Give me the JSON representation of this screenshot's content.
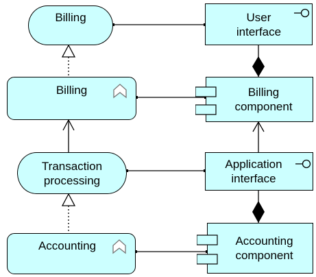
{
  "nodes": {
    "billing_service": "Billing",
    "user_interface": "User\ninterface",
    "billing_function": "Billing",
    "billing_component": "Billing\ncomponent",
    "transaction_service": "Transaction\nprocessing",
    "application_interface": "Application\ninterface",
    "accounting_function": "Accounting",
    "accounting_component": "Accounting\ncomponent"
  },
  "icons": {
    "interface_symbol": "interface-lollipop-icon",
    "function_symbol": "function-chevron-icon",
    "component_symbol": "component-icon"
  },
  "colors": {
    "element_fill": "#ccffff",
    "line": "#000000"
  }
}
